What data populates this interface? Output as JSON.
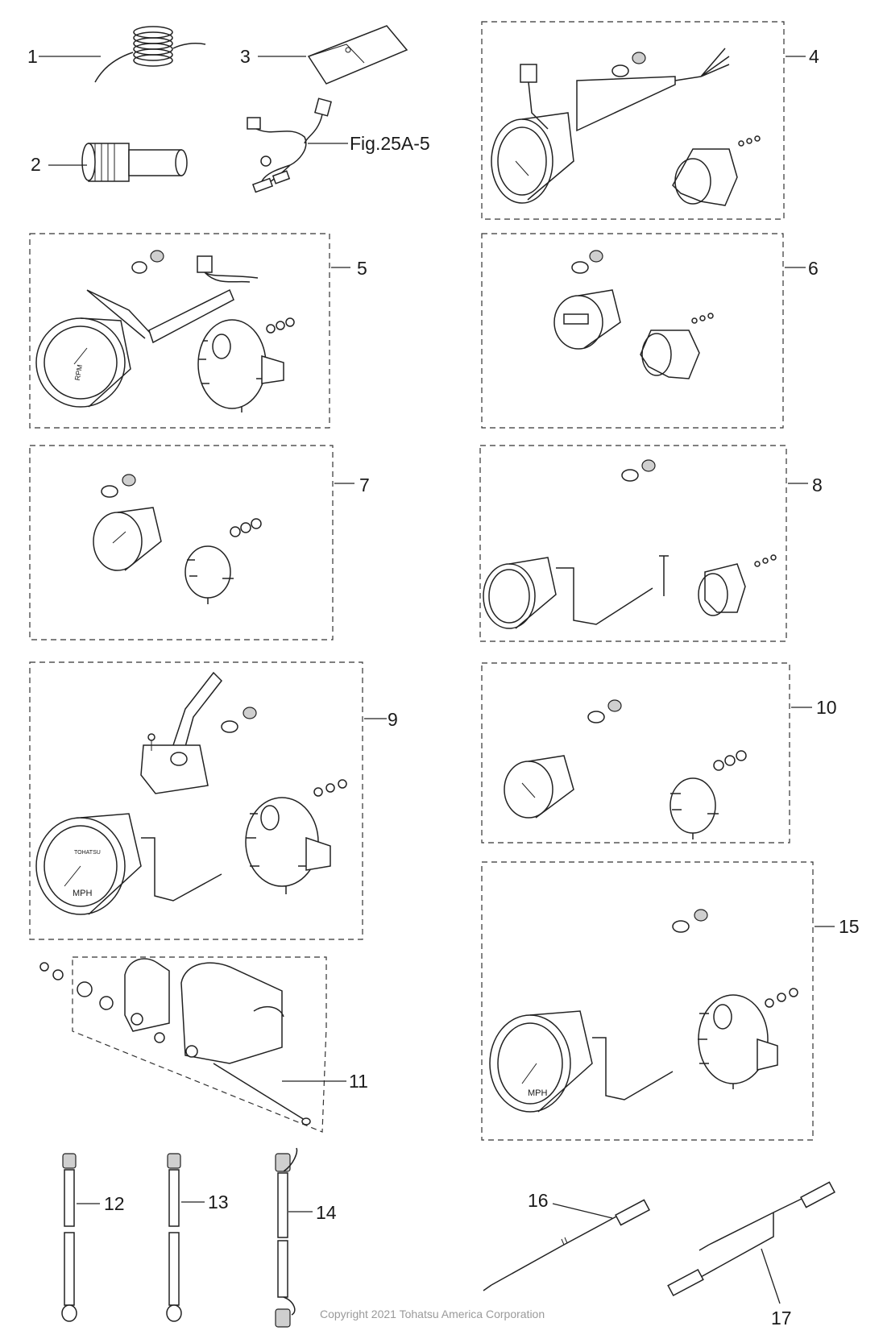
{
  "labels": {
    "p1": "1",
    "p2": "2",
    "p3": "3",
    "fig": "Fig.25A-5",
    "p4": "4",
    "p5": "5",
    "p6": "6",
    "p7": "7",
    "p8": "8",
    "p9": "9",
    "p10": "10",
    "p11": "11",
    "p12": "12",
    "p13": "13",
    "p14": "14",
    "p15": "15",
    "p16": "16",
    "p17": "17"
  },
  "gauge_text": {
    "mph_9": "MPH",
    "mph_15": "MPH",
    "rpm_5": "RPM",
    "brand_9": "TOHATSU"
  },
  "copyright": "Copyright 2021 Tohatsu America Corporation"
}
